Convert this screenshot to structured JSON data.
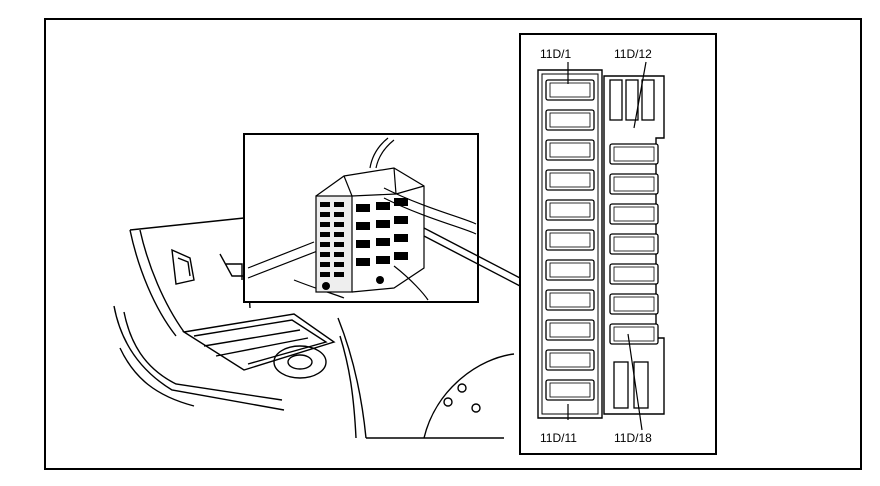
{
  "labels": {
    "top_left": "11D/1",
    "top_right": "11D/12",
    "bottom_left": "11D/11",
    "bottom_right": "11D/18"
  }
}
